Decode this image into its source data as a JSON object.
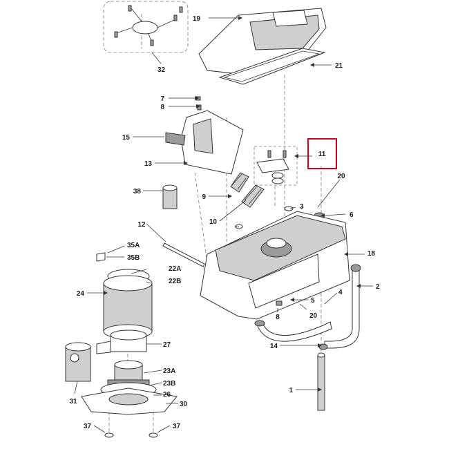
{
  "diagram": {
    "type": "exploded-parts-view",
    "highlight": {
      "label": "11",
      "color": "#d0021b"
    },
    "callouts": [
      "19",
      "21",
      "32",
      "7",
      "8",
      "15",
      "13",
      "11",
      "20",
      "38",
      "9",
      "10",
      "3",
      "6",
      "12",
      "35A",
      "35B",
      "22A",
      "22B",
      "18",
      "24",
      "5",
      "4",
      "2",
      "20",
      "8",
      "27",
      "14",
      "23A",
      "23B",
      "26",
      "30",
      "31",
      "1",
      "37",
      "37"
    ]
  }
}
